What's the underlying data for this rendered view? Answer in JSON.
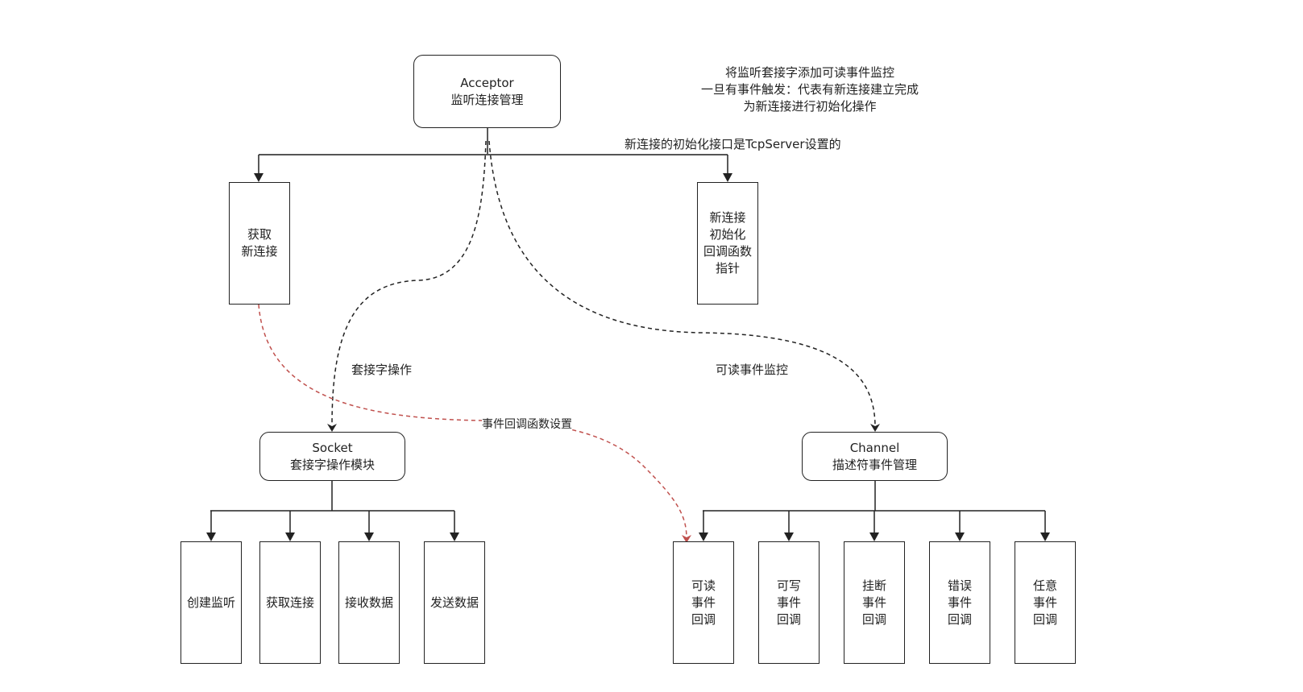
{
  "nodes": {
    "acceptor": {
      "title": "Acceptor",
      "subtitle": "监听连接管理"
    },
    "get_new_conn": {
      "text": "获取\n新连接"
    },
    "init_callback": {
      "text": "新连接\n初始化\n回调函数\n指针"
    },
    "socket": {
      "title": "Socket",
      "subtitle": "套接字操作模块"
    },
    "channel": {
      "title": "Channel",
      "subtitle": "描述符事件管理"
    },
    "socket_ops": [
      "创建监听",
      "获取连接",
      "接收数据",
      "发送数据"
    ],
    "channel_callbacks": [
      "可读\n事件\n回调",
      "可写\n事件\n回调",
      "挂断\n事件\n回调",
      "错误\n事件\n回调",
      "任意\n事件\n回调"
    ]
  },
  "annotations": {
    "note_top": "将监听套接字添加可读事件监控\n一旦有事件触发：代表有新连接建立完成\n为新连接进行初始化操作",
    "init_interface": "新连接的初始化接口是TcpServer设置的",
    "socket_op_edge": "套接字操作",
    "readable_monitor_edge": "可读事件监控",
    "callback_set_edge": "事件回调函数设置"
  },
  "colors": {
    "line": "#222222",
    "red_dashed": "#c0504d"
  }
}
